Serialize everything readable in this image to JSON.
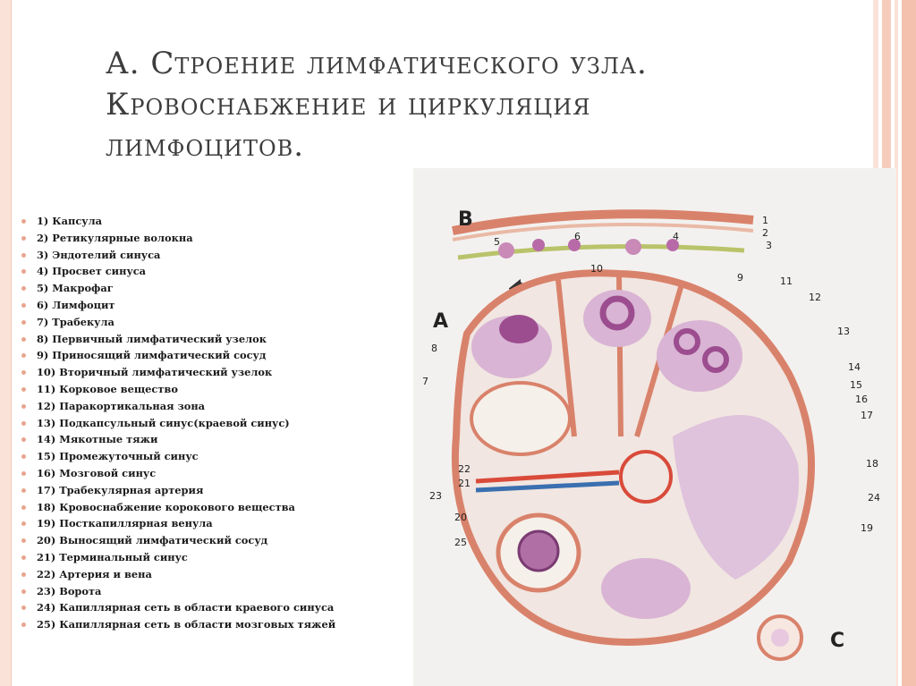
{
  "title": {
    "line1": "А. Строение лимфатического узла.",
    "line2": "Кровоснабжение и циркуляция",
    "line3": "лимфоцитов."
  },
  "legend": [
    "1) Капсула",
    "2) Ретикулярные волокна",
    "3) Эндотелий синуса",
    "4) Просвет синуса",
    "5) Макрофаг",
    "6) Лимфоцит",
    "7) Трабекула",
    "8) Первичный лимфатический узелок",
    "9) Приносящий лимфатический сосуд",
    "10) Вторичный лимфатический узелок",
    "11) Корковое вещество",
    "12) Паракортикальная зона",
    "13) Подкапсульный синус(краевой синус)",
    "14) Мякотные тяжи",
    "15) Промежуточный синус",
    "16) Мозговой синус",
    "17) Трабекулярная артерия",
    "18) Кровоснабжение корокового вещества",
    "19) Посткапиллярная венула",
    "20) Выносящий лимфатический сосуд",
    "21) Терминальный синус",
    "22) Артерия и вена",
    "23) Ворота",
    "24) Капиллярная сеть в области краевого синуса",
    "25) Капиллярная сеть в области мозговых тяжей"
  ],
  "diagram": {
    "panel_labels": {
      "a": "А",
      "b": "В",
      "c": "С"
    },
    "numbers": [
      "1",
      "2",
      "3",
      "4",
      "5",
      "6",
      "7",
      "8",
      "9",
      "10",
      "11",
      "12",
      "13",
      "14",
      "15",
      "16",
      "17",
      "18",
      "19",
      "20",
      "21",
      "22",
      "23",
      "24",
      "25"
    ]
  },
  "colors": {
    "capsule": "#d9826b",
    "nodule": "#9c4d8f",
    "cortex_pink": "#d9b4d4",
    "artery": "#d94a3a",
    "vein": "#3a6fb0",
    "stripe": "#f3c7b6"
  }
}
